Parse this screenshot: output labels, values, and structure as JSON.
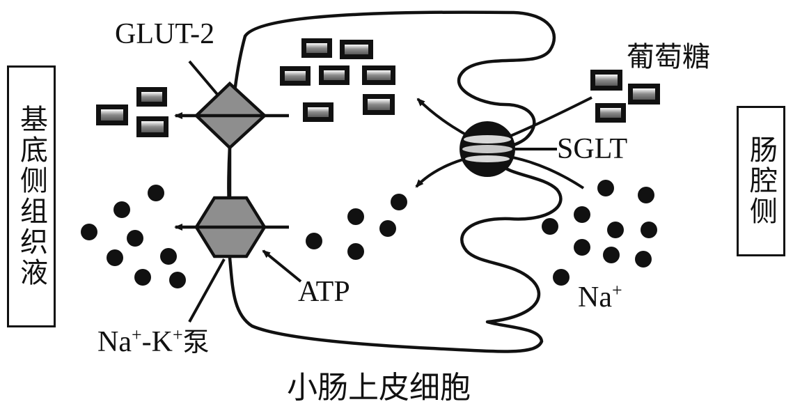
{
  "labels": {
    "glut": "GLUT-2",
    "glucose": "葡萄糖",
    "sglt": "SGLT",
    "atp": "ATP",
    "na_base": "Na",
    "na_sup": "+",
    "pump_na": "Na",
    "pump_na_sup": "+",
    "pump_dash_k": "-K",
    "pump_k_sup": "+",
    "pump_suffix": "泵",
    "cell": "小肠上皮细胞",
    "basal_side": "基底侧组织液",
    "lumen_side": "肠腔侧"
  },
  "colors": {
    "outline": "#111111",
    "transporter_fill": "#8e8e8e",
    "sodium_dot": "#111111"
  }
}
